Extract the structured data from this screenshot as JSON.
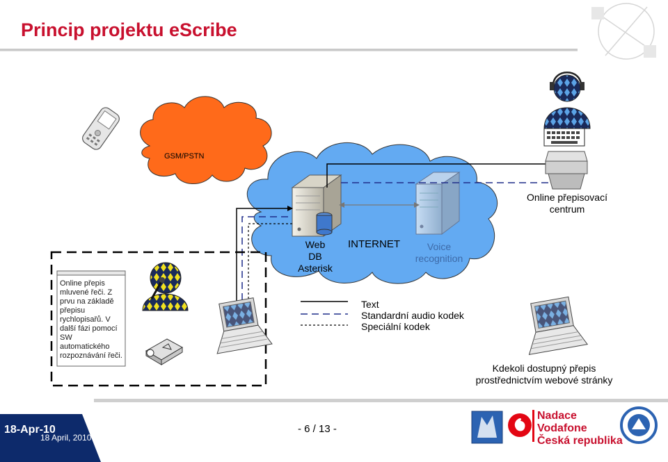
{
  "slide": {
    "title": "Princip projektu eScribe"
  },
  "clouds": {
    "gsm_label": "GSM/PSTN",
    "internet_label": "INTERNET"
  },
  "servers": {
    "web_label_lines": [
      "Web",
      "DB",
      "Asterisk"
    ],
    "voice_label_lines": [
      "Voice",
      "recognition"
    ]
  },
  "transcription_centre": {
    "label_lines": [
      "Online přepisovací",
      "centrum"
    ]
  },
  "note": {
    "text": "Online přepis mluvené řeči. Z prvu na základě přepisu rychlopisařů. V další fázi pomocí SW automatického rozpoznávání řeči."
  },
  "legend": {
    "items": [
      {
        "label": "Text",
        "style": "solid"
      },
      {
        "label": "Standardní audio kodek",
        "style": "dashed"
      },
      {
        "label": "Speciální kodek",
        "style": "dotted"
      }
    ]
  },
  "remote": {
    "label_lines": [
      "Kdekoli dostupný přepis",
      "prostřednictvím webové stránky"
    ]
  },
  "footer": {
    "date_bold": "18-Apr-10",
    "date_sub": "18 April, 2010",
    "page": "- 6 / 13 -",
    "sponsor_lines": [
      "Nadace",
      "Vodafone",
      "Česká republika"
    ]
  },
  "colors": {
    "title": "#c8102e",
    "gsm_cloud": "#ff6a1a",
    "internet_cloud": "#63aaf2",
    "footer_bar": "#0d2a6b",
    "vodafone_red": "#e30613",
    "connector_blue": "#1f2d8a"
  }
}
